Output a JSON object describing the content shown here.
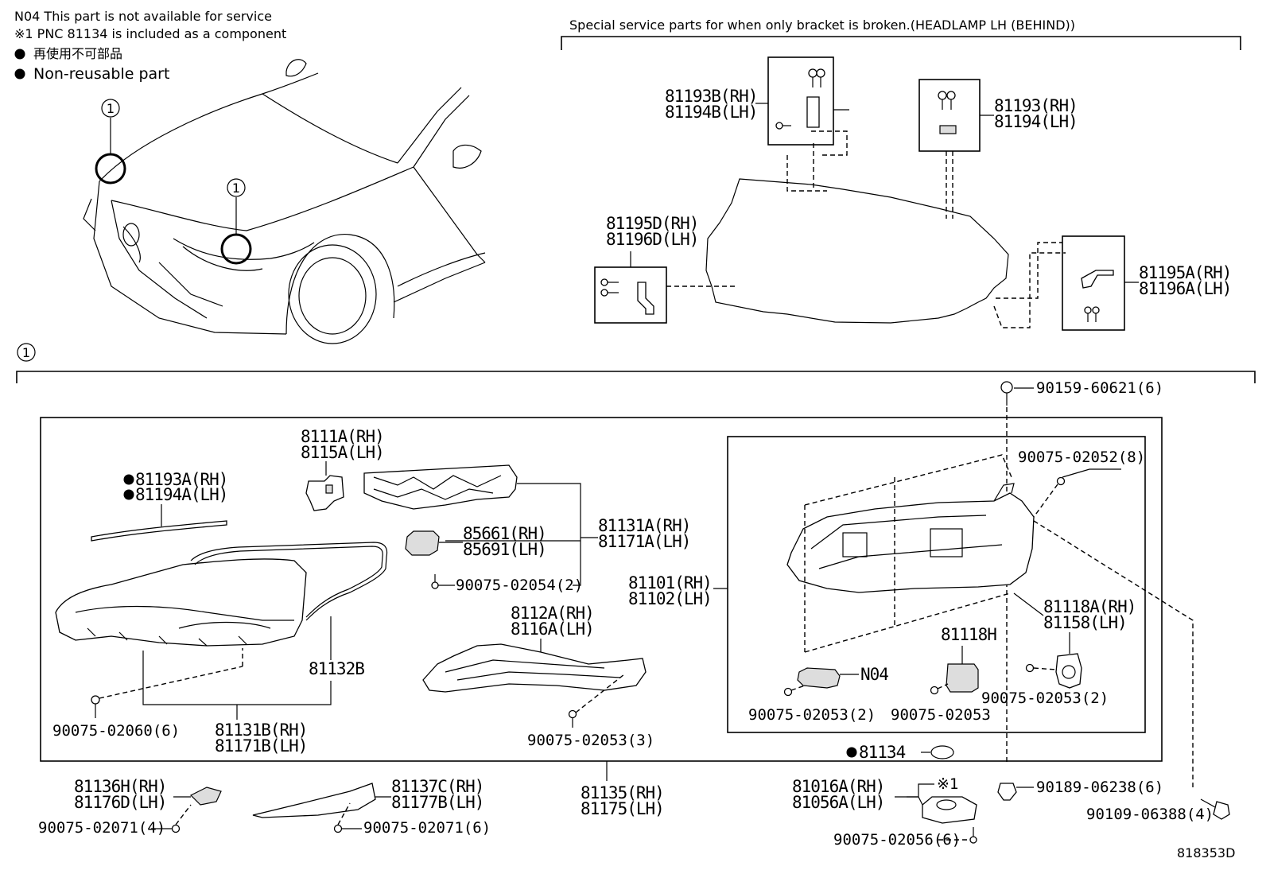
{
  "notes": {
    "n04": "N04  This part is not available for service",
    "ref1": "※1 PNC 81134 is included as a component",
    "jp_nonreusable": "再使用不可部品",
    "nonreusable": "Non-reusable part"
  },
  "callout_num": "1",
  "bracket_title": "Special service parts for when only bracket is broken.(HEADLAMP LH (BEHIND))",
  "drawing_id": "818353D",
  "parts": {
    "p81193B": "81193B(RH)",
    "p81194B": "81194B(LH)",
    "p81193": "81193(RH)",
    "p81194": "81194(LH)",
    "p81195D": "81195D(RH)",
    "p81196D": "81196D(LH)",
    "p81195A": "81195A(RH)",
    "p81196A": "81196A(LH)",
    "p90159": "90159-60621(6)",
    "p8111A": "8111A(RH)",
    "p8115A": "8115A(LH)",
    "p81193A": "81193A(RH)",
    "p81194A": "81194A(LH)",
    "p85661": "85661(RH)",
    "p85691": "85691(LH)",
    "p81131A": "81131A(RH)",
    "p81171A": "81171A(LH)",
    "p90075_02054": "90075-02054(2)",
    "p81101": "81101(RH)",
    "p81102": "81102(LH)",
    "p90075_02052": "90075-02052(8)",
    "p8112A": "8112A(RH)",
    "p8116A": "8116A(LH)",
    "p81132B": "81132B",
    "p81118H": "81118H",
    "p81118A": "81118A(RH)",
    "p81158": "81158(LH)",
    "n04_short": "N04",
    "p90075_02060": "90075-02060(6)",
    "p81131B": "81131B(RH)",
    "p81171B": "81171B(LH)",
    "p90075_02053_3": "90075-02053(3)",
    "p90075_02053_2a": "90075-02053(2)",
    "p90075_02053": "90075-02053",
    "p90075_02053_2b": "90075-02053(2)",
    "p81134": "81134",
    "p81136H": "81136H(RH)",
    "p81176D": "81176D(LH)",
    "p81137C": "81137C(RH)",
    "p81177B": "81177B(LH)",
    "p81135": "81135(RH)",
    "p81175": "81175(LH)",
    "p81016A": "81016A(RH)",
    "p81056A": "81056A(LH)",
    "ref_mark": "※1",
    "p90189": "90189-06238(6)",
    "p90075_02071_4": "90075-02071(4)",
    "p90075_02071_6": "90075-02071(6)",
    "p90075_02056": "90075-02056(6)",
    "p90109": "90109-06388(4)"
  }
}
